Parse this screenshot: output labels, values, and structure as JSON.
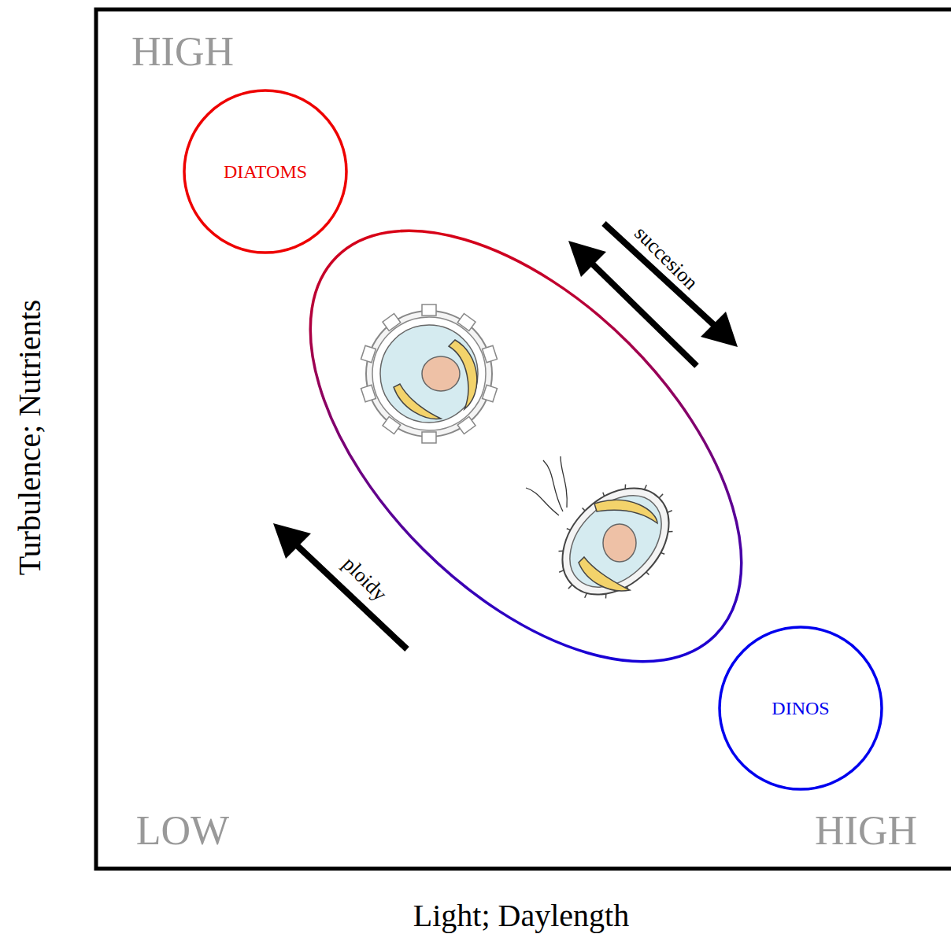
{
  "diagram": {
    "nodes": [
      {
        "text": [
          "DIATOMS"
        ]
      },
      {
        "text": [
          "DINOS"
        ]
      }
    ],
    "labels": [
      "HIGH",
      "LOW",
      "HIGH",
      "Turbulence; Nutrients",
      "Light; Daylength",
      "succesion",
      "ploidy"
    ]
  }
}
